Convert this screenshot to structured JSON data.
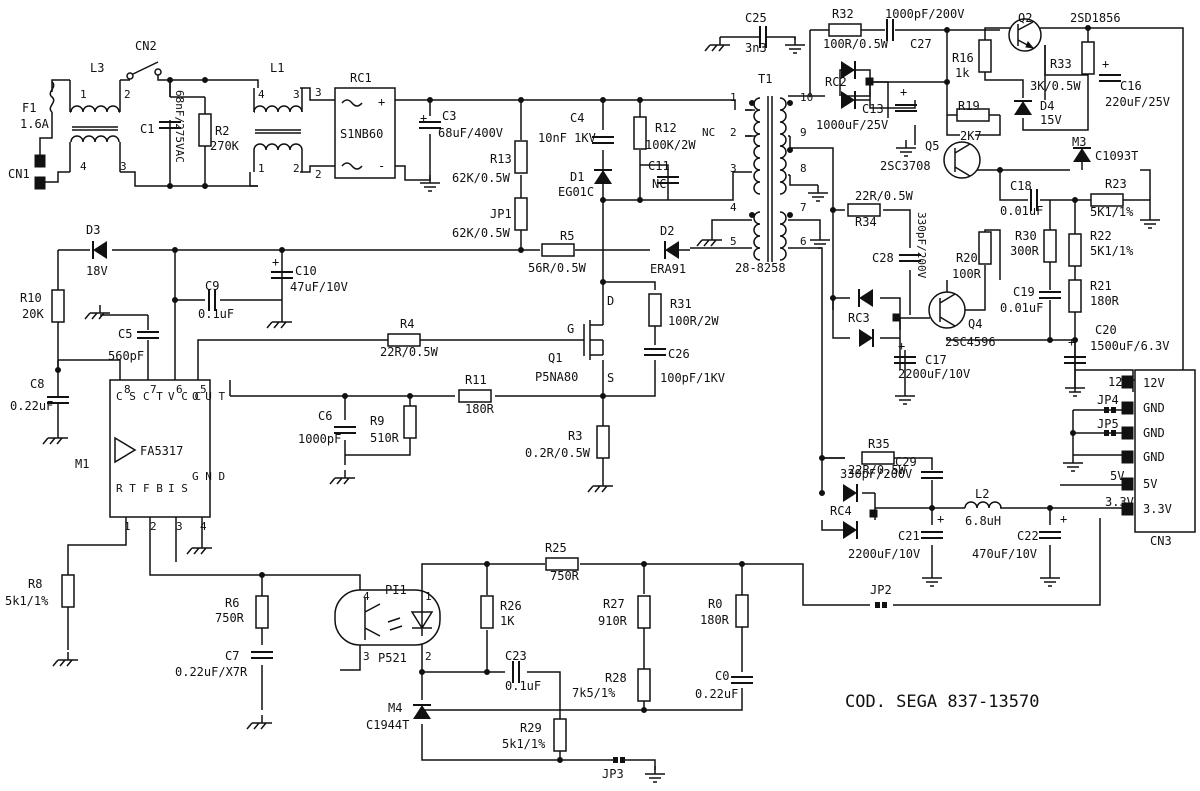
{
  "title": "COD. SEGA 837-13570",
  "components": {
    "F1": {
      "ref": "F1",
      "value": "1.6A"
    },
    "CN1": {
      "ref": "CN1"
    },
    "CN2": {
      "ref": "CN2"
    },
    "L3": {
      "ref": "L3"
    },
    "L1": {
      "ref": "L1"
    },
    "C1": {
      "ref": "C1",
      "value": "68nF/275VAC"
    },
    "R2": {
      "ref": "R2",
      "value": "270K"
    },
    "RC1": {
      "ref": "RC1",
      "value": "S1NB60"
    },
    "C3": {
      "ref": "C3",
      "value": "68uF/400V"
    },
    "R13": {
      "ref": "R13",
      "value": "62K/0.5W"
    },
    "JP1": {
      "ref": "JP1",
      "value": "62K/0.5W"
    },
    "C4": {
      "ref": "C4",
      "value": "10nF 1KV"
    },
    "R12": {
      "ref": "R12",
      "value": "100K/2W"
    },
    "C11": {
      "ref": "C11",
      "value": "NC"
    },
    "D1": {
      "ref": "D1",
      "value": "EG01C"
    },
    "C25": {
      "ref": "C25",
      "value": "3n3"
    },
    "T1": {
      "ref": "T1",
      "value": "28-8258",
      "nc": "NC"
    },
    "R32": {
      "ref": "R32",
      "value": "100R/0.5W"
    },
    "C27": {
      "ref": "C27",
      "value": "1000pF/200V"
    },
    "Q2": {
      "ref": "Q2",
      "value": "2SD1856"
    },
    "RC2": {
      "ref": "RC2"
    },
    "C13": {
      "ref": "C13",
      "value": "1000uF/25V"
    },
    "R16": {
      "ref": "R16",
      "value": "1k"
    },
    "R33": {
      "ref": "R33",
      "value": "3K/0.5W"
    },
    "D4": {
      "ref": "D4",
      "value": "15V"
    },
    "C16": {
      "ref": "C16",
      "value": "220uF/25V"
    },
    "R19": {
      "ref": "R19",
      "value": "2K7"
    },
    "Q5": {
      "ref": "Q5",
      "value": "2SC3708"
    },
    "M3": {
      "ref": "M3",
      "value": "C1093T"
    },
    "C18": {
      "ref": "C18",
      "value": "0.01uF"
    },
    "R23": {
      "ref": "R23",
      "value": "5K1/1%"
    },
    "R34": {
      "ref": "R34",
      "value": "22R/0.5W"
    },
    "C28": {
      "ref": "C28",
      "value": "330pF/200V"
    },
    "RC3": {
      "ref": "RC3"
    },
    "C17": {
      "ref": "C17",
      "value": "2200uF/10V"
    },
    "Q4": {
      "ref": "Q4",
      "value": "2SC4596"
    },
    "R20": {
      "ref": "R20",
      "value": "100R"
    },
    "R30": {
      "ref": "R30",
      "value": "300R"
    },
    "R22": {
      "ref": "R22",
      "value": "5K1/1%"
    },
    "C19": {
      "ref": "C19",
      "value": "0.01uF"
    },
    "R21": {
      "ref": "R21",
      "value": "180R"
    },
    "C20": {
      "ref": "C20",
      "value": "1500uF/6.3V"
    },
    "D3": {
      "ref": "D3",
      "value": "18V"
    },
    "R5": {
      "ref": "R5",
      "value": "56R/0.5W"
    },
    "D2": {
      "ref": "D2",
      "value": "ERA91"
    },
    "C10": {
      "ref": "C10",
      "value": "47uF/10V"
    },
    "C9": {
      "ref": "C9",
      "value": "0.1uF"
    },
    "R10": {
      "ref": "R10",
      "value": "20K"
    },
    "C5": {
      "ref": "C5",
      "value": "560pF"
    },
    "C8": {
      "ref": "C8",
      "value": "0.22uF"
    },
    "R4": {
      "ref": "R4",
      "value": "22R/0.5W"
    },
    "Q1": {
      "ref": "Q1",
      "value": "P5NA80"
    },
    "R31": {
      "ref": "R31",
      "value": "100R/2W"
    },
    "C26": {
      "ref": "C26",
      "value": "100pF/1KV"
    },
    "R11": {
      "ref": "R11",
      "value": "180R"
    },
    "C6": {
      "ref": "C6",
      "value": "1000pF"
    },
    "R9": {
      "ref": "R9",
      "value": "510R"
    },
    "R3": {
      "ref": "R3",
      "value": "0.2R/0.5W"
    },
    "M1": {
      "ref": "M1",
      "value": "FA5317"
    },
    "R8": {
      "ref": "R8",
      "value": "5k1/1%"
    },
    "R6": {
      "ref": "R6",
      "value": "750R"
    },
    "C7": {
      "ref": "C7",
      "value": "0.22uF/X7R"
    },
    "PI1": {
      "ref": "PI1",
      "value": "P521"
    },
    "R25": {
      "ref": "R25",
      "value": "750R"
    },
    "R26": {
      "ref": "R26",
      "value": "1K"
    },
    "R27": {
      "ref": "R27",
      "value": "910R"
    },
    "R0": {
      "ref": "R0",
      "value": "180R"
    },
    "C23": {
      "ref": "C23",
      "value": "0.1uF"
    },
    "R28": {
      "ref": "R28",
      "value": "7k5/1%"
    },
    "C0": {
      "ref": "C0",
      "value": "0.22uF"
    },
    "M4": {
      "ref": "M4",
      "value": "C1944T"
    },
    "R29": {
      "ref": "R29",
      "value": "5k1/1%"
    },
    "JP2": {
      "ref": "JP2"
    },
    "JP3": {
      "ref": "JP3"
    },
    "JP4": {
      "ref": "JP4"
    },
    "JP5": {
      "ref": "JP5"
    },
    "R35": {
      "ref": "R35",
      "value": "22R/0.5W"
    },
    "C29": {
      "ref": "C29",
      "value": "330pF/200V"
    },
    "RC4": {
      "ref": "RC4"
    },
    "L2": {
      "ref": "L2",
      "value": "6.8uH"
    },
    "C21": {
      "ref": "C21",
      "value": "2200uF/10V"
    },
    "C22": {
      "ref": "C22",
      "value": "470uF/10V"
    },
    "CN3": {
      "ref": "CN3"
    }
  },
  "ic_pins": {
    "top": [
      "C S",
      "C T",
      "V C C",
      "O U T"
    ],
    "top_numbers": [
      "8",
      "7",
      "6",
      "5"
    ],
    "bottom": [
      "R T",
      "F B",
      "I S",
      "G N D"
    ],
    "bottom_numbers": [
      "1",
      "2",
      "3",
      "4"
    ]
  },
  "q1_pins": {
    "d": "D",
    "g": "G",
    "s": "S"
  },
  "cn3_pins": [
    "12V",
    "GND",
    "GND",
    "GND",
    "5V",
    "3.3V"
  ],
  "rail_labels": {
    "v12": "12V",
    "v5": "5V",
    "v33": "3.3V"
  },
  "pin_numbers": {
    "l3": [
      "1",
      "2",
      "4",
      "3"
    ],
    "l1": [
      "4",
      "3",
      "1",
      "2"
    ],
    "rc1_io": [
      "3",
      "2"
    ],
    "rc1_pol": [
      "+",
      "-"
    ],
    "t1_pri": [
      "1",
      "2",
      "3",
      "4",
      "5"
    ],
    "t1_sec": [
      "10",
      "9",
      "8",
      "7",
      "6"
    ],
    "pi1": [
      "4",
      "1",
      "3",
      "2"
    ]
  }
}
